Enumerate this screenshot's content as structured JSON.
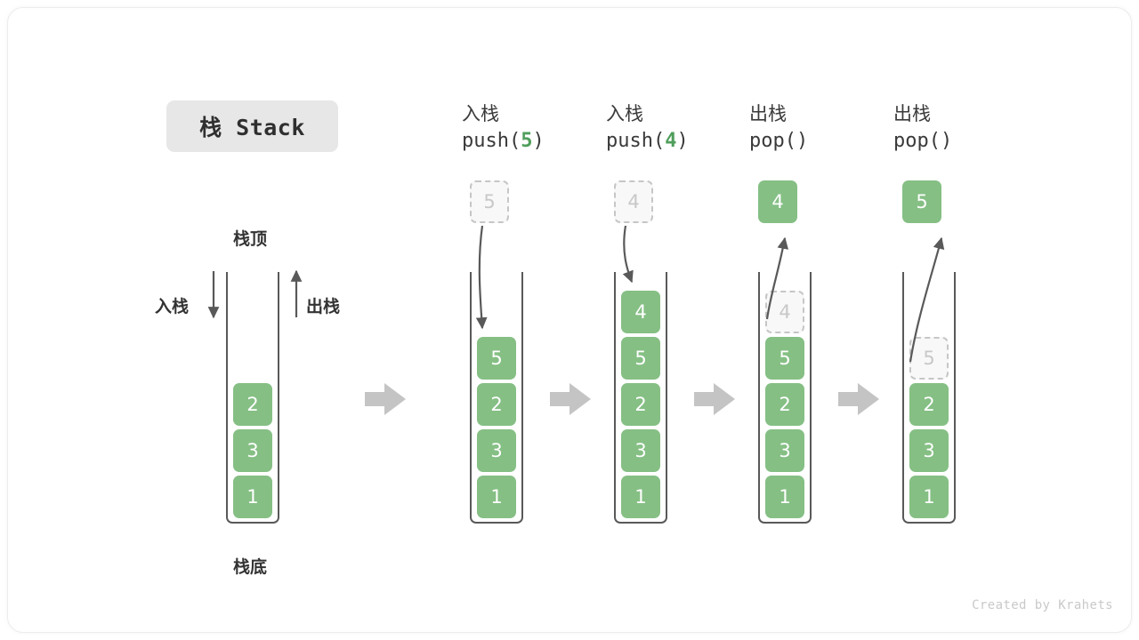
{
  "title": {
    "text": "栈 Stack"
  },
  "labels": {
    "top": "栈顶",
    "bottom": "栈底",
    "push": "入栈",
    "pop": "出栈"
  },
  "footer": {
    "credit": "Created by Krahets"
  },
  "colors": {
    "element_green": "#85bf84",
    "ghost_fill": "#f8f8f8",
    "ghost_border": "#c6c6c6",
    "container_border": "#595959",
    "arrow_gray": "#c4c4c4",
    "curve_arrow": "#595959",
    "title_chip_bg": "#e7e7e7",
    "text_dark": "#333333",
    "accent_green_text": "#4f9e5b"
  },
  "steps": [
    {
      "id": "initial",
      "caption_cn": "",
      "caption_code": "",
      "caption_arg": "",
      "cells_bottom_up": [
        "1",
        "3",
        "2"
      ],
      "ghost_in_stack": null,
      "free_box": null
    },
    {
      "id": "push-5",
      "caption_cn": "入栈",
      "caption_code_pre": "push(",
      "caption_arg": "5",
      "caption_code_post": ")",
      "cells_bottom_up": [
        "1",
        "3",
        "2",
        "5"
      ],
      "ghost_in_stack": null,
      "free_box": {
        "value": "5",
        "kind": "ghost"
      }
    },
    {
      "id": "push-4",
      "caption_cn": "入栈",
      "caption_code_pre": "push(",
      "caption_arg": "4",
      "caption_code_post": ")",
      "cells_bottom_up": [
        "1",
        "3",
        "2",
        "5",
        "4"
      ],
      "ghost_in_stack": null,
      "free_box": {
        "value": "4",
        "kind": "ghost"
      }
    },
    {
      "id": "pop-4",
      "caption_cn": "出栈",
      "caption_code_pre": "pop(",
      "caption_arg": "",
      "caption_code_post": ")",
      "cells_bottom_up": [
        "1",
        "3",
        "2",
        "5"
      ],
      "ghost_in_stack": {
        "value": "4"
      },
      "free_box": {
        "value": "4",
        "kind": "filled"
      }
    },
    {
      "id": "pop-5",
      "caption_cn": "出栈",
      "caption_code_pre": "pop(",
      "caption_arg": "",
      "caption_code_post": ")",
      "cells_bottom_up": [
        "1",
        "3",
        "2"
      ],
      "ghost_in_stack": {
        "value": "5"
      },
      "free_box": {
        "value": "5",
        "kind": "filled"
      }
    }
  ],
  "flow_arrows": 4
}
